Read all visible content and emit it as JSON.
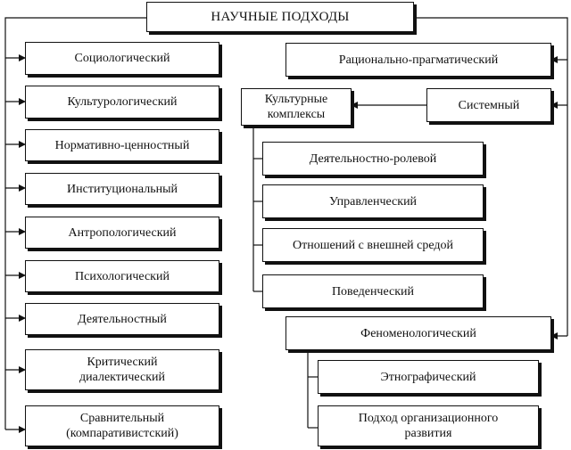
{
  "title": "НАУЧНЫЕ ПОДХОДЫ",
  "left_approaches": [
    "Социологический",
    "Культурологический",
    "Нормативно-ценностный",
    "Институциональный",
    "Антропологический",
    "Психологический",
    "Деятельностный",
    "Критический\nдиалектический",
    "Сравнительный\n(компаративистский)"
  ],
  "rational_pragmatic": "Рационально-прагматический",
  "systemic": "Системный",
  "cultural_complexes": "Культурные\nкомплексы",
  "complex_items": [
    "Деятельностно-ролевой",
    "Управленческий",
    "Отношений с внешней средой",
    "Поведенческий"
  ],
  "phenomenological": "Феноменологический",
  "phenomenological_items": [
    "Этнографический",
    "Подход организационного\nразвития"
  ]
}
